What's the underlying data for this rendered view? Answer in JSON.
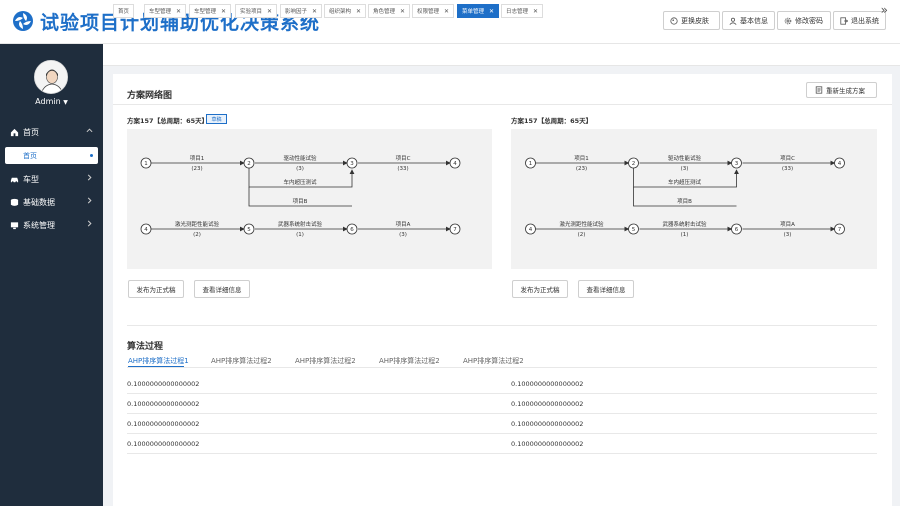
{
  "app": {
    "title": "试验项目计划辅助优化决策系统",
    "accent": "#1e6fc8",
    "sidebar_bg": "#1f2d3d",
    "header_buttons": [
      {
        "label": "更换皮肤",
        "icon": "palette-icon"
      },
      {
        "label": "基本信息",
        "icon": "user-icon"
      },
      {
        "label": "修改密码",
        "icon": "gear-icon"
      },
      {
        "label": "退出系统",
        "icon": "logout-icon"
      }
    ]
  },
  "sidebar": {
    "user": "Admin",
    "menu": [
      {
        "label": "首页",
        "icon": "home-icon",
        "expanded": true
      },
      {
        "label": "车型",
        "icon": "car-icon"
      },
      {
        "label": "基础数据",
        "icon": "database-icon"
      },
      {
        "label": "系统管理",
        "icon": "monitor-icon"
      }
    ],
    "submenu_active": "首页"
  },
  "tabs": [
    {
      "label": "首页"
    },
    {
      "label": "车型管理"
    },
    {
      "label": "车型管理"
    },
    {
      "label": "实验项目"
    },
    {
      "label": "影响因子"
    },
    {
      "label": "组织架构"
    },
    {
      "label": "角色管理"
    },
    {
      "label": "权限管理"
    },
    {
      "label": "菜单管理",
      "active": true
    },
    {
      "label": "日志管理"
    }
  ],
  "network": {
    "title": "方案网络图",
    "regen_label": "重新生成方案",
    "badge": "草稿",
    "plans": [
      {
        "label": "方案157【总周期：65天】",
        "publish": "发布为正式稿",
        "detail": "查看详细信息"
      },
      {
        "label": "方案157【总周期：65天】",
        "publish": "发布为正式稿",
        "detail": "查看详细信息"
      }
    ],
    "nodes": [
      "1",
      "2",
      "3",
      "4",
      "4",
      "5",
      "6",
      "7"
    ],
    "edges": [
      {
        "name": "项目1",
        "dur": "(23)"
      },
      {
        "name": "驱动性能试验",
        "dur": "(3)"
      },
      {
        "name": "项目C",
        "dur": "(33)"
      },
      {
        "name": "车内超压测试",
        "dur": ""
      },
      {
        "name": "项目B",
        "dur": ""
      },
      {
        "name": "激光测距性能试验",
        "dur": "(2)"
      },
      {
        "name": "武器系统射击试验",
        "dur": "(1)"
      },
      {
        "name": "项目A",
        "dur": "(3)"
      }
    ]
  },
  "algorithm": {
    "title": "算法过程",
    "tabs": [
      "AHP排序算法过程1",
      "AHP排序算法过程2",
      "AHP排序算法过程2",
      "AHP排序算法过程2",
      "AHP排序算法过程2"
    ],
    "rows": [
      [
        "0.1000000000000002",
        "0.1000000000000002"
      ],
      [
        "0.1000000000000002",
        "0.1000000000000002"
      ],
      [
        "0.1000000000000002",
        "0.1000000000000002"
      ],
      [
        "0.1000000000000002",
        "0.1000000000000002"
      ]
    ]
  }
}
